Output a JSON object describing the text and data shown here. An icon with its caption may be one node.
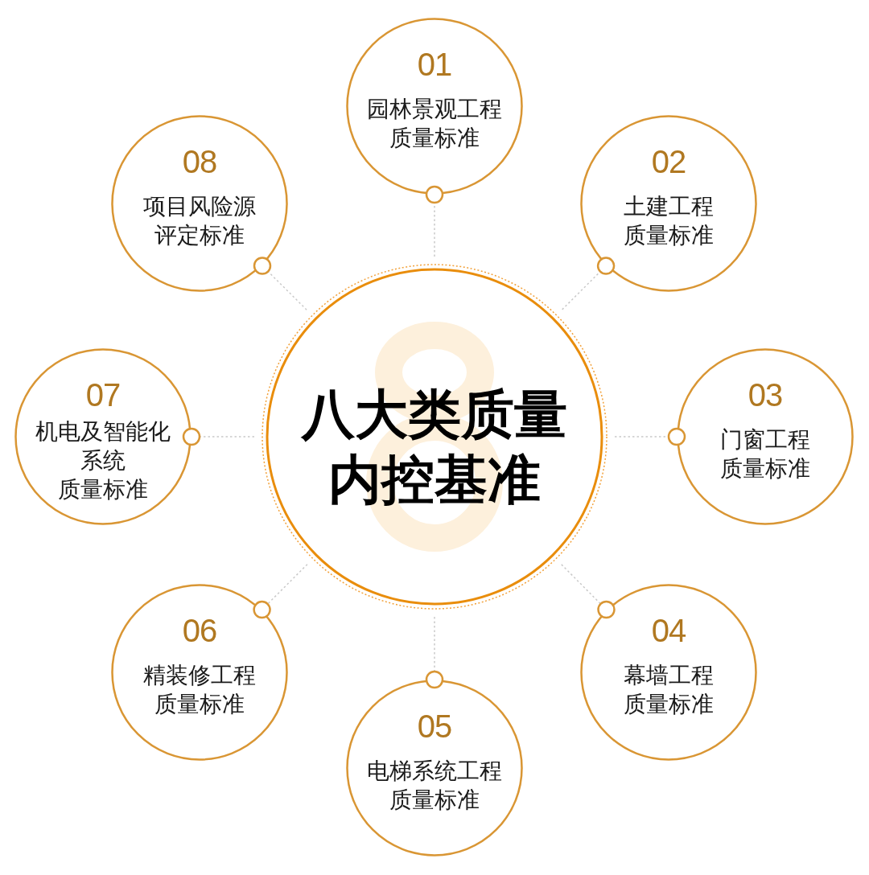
{
  "diagram": {
    "nodes": [
      {
        "text": [
          "八大类质量内控基准"
        ]
      },
      {
        "text": [
          "01",
          "园林景观工程质量标准"
        ]
      },
      {
        "text": [
          "02",
          "土建工程质量标准"
        ]
      },
      {
        "text": [
          "03",
          "门窗工程质量标准"
        ]
      },
      {
        "text": [
          "04",
          "幕墙工程质量标准"
        ]
      },
      {
        "text": [
          "05",
          "电梯系统工程质量标准"
        ]
      },
      {
        "text": [
          "06",
          "精装修工程质量标准"
        ]
      },
      {
        "text": [
          "07",
          "机电及智能化系统质量标准"
        ]
      },
      {
        "text": [
          "08",
          "项目风险源评定标准"
        ]
      }
    ],
    "edges": [
      {
        "from": 0,
        "to": 1,
        "arrow": "other"
      },
      {
        "from": 0,
        "to": 2,
        "arrow": "other"
      },
      {
        "from": 0,
        "to": 3,
        "arrow": "other"
      },
      {
        "from": 0,
        "to": 4,
        "arrow": "other"
      },
      {
        "from": 0,
        "to": 5,
        "arrow": "other"
      },
      {
        "from": 0,
        "to": 6,
        "arrow": "other"
      },
      {
        "from": 0,
        "to": 7,
        "arrow": "other"
      },
      {
        "from": 0,
        "to": 8,
        "arrow": "other"
      }
    ]
  }
}
